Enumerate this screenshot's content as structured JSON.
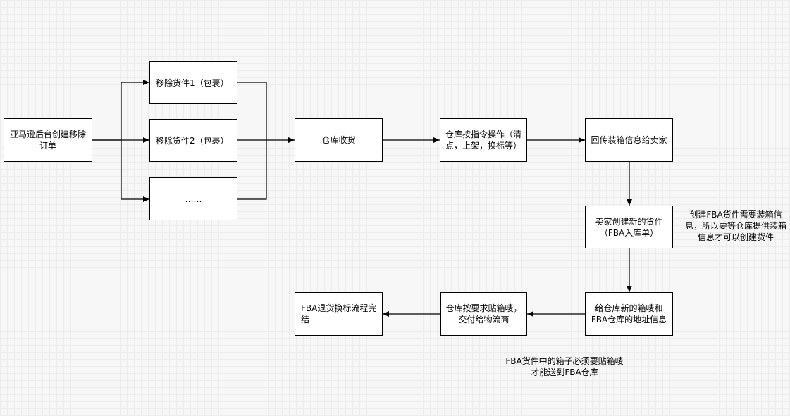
{
  "nodes": {
    "create_order": "亚马逊后台创建移除订单",
    "shipment_1": "移除货件1（包裹）",
    "shipment_2": "移除货件2（包裹）",
    "shipment_more": "……",
    "warehouse_receive": "仓库收货",
    "warehouse_ops": "仓库按指令操作（清点，上架，换标等）",
    "send_packing_info": "回传装箱信息给卖家",
    "seller_create_shipment": "卖家创建新的货件（FBA入库单）",
    "give_labels": "给仓库新的箱唛和FBA仓库的地址信息",
    "warehouse_label_deliver": "仓库按要求贴箱唛，交付给物流商",
    "process_end": "FBA退货换标流程完结"
  },
  "notes": {
    "packing_info_note": "创建FBA货件需要装箱信息，所以要等仓库提供装箱信息才可以创建货件",
    "label_note": "FBA货件中的箱子必须要贴箱唛才能送到FBA仓库"
  },
  "colors": {
    "line": "#000000",
    "box_fill": "#ffffff",
    "background": "#f7f7f7",
    "grid": "#ececec"
  }
}
